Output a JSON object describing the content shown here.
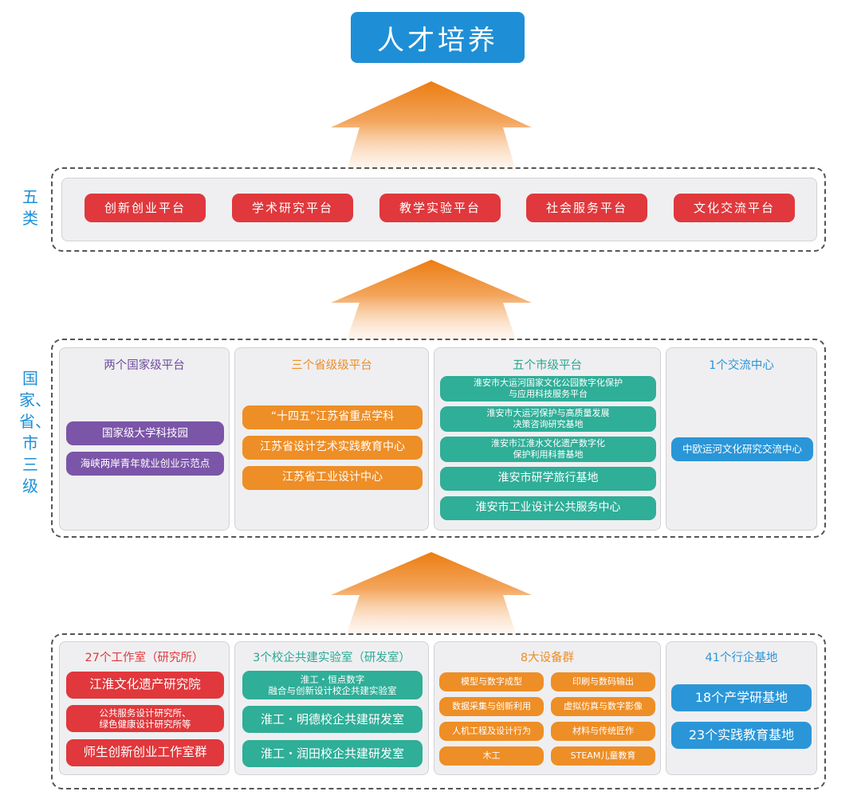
{
  "title": "人才培养",
  "colors": {
    "title_bg": "#1e8fd6",
    "red": "#e0383c",
    "purple": "#7b55a8",
    "orange": "#ee8e26",
    "teal": "#2fae98",
    "blue": "#2a96d8",
    "arrow_top": "#ec7d12"
  },
  "five": {
    "label": "五类",
    "items": [
      "创新创业平台",
      "学术研究平台",
      "教学实验平台",
      "社会服务平台",
      "文化交流平台"
    ]
  },
  "three_level": {
    "label": "国家、省、市三级",
    "national": {
      "title": "两个国家级平台",
      "items": [
        "国家级大学科技园",
        "海峡两岸青年就业创业示范点"
      ]
    },
    "provincial": {
      "title": "三个省级级平台",
      "items": [
        "“十四五”江苏省重点学科",
        "江苏省设计艺术实践教育中心",
        "江苏省工业设计中心"
      ]
    },
    "city": {
      "title": "五个市级平台",
      "items": [
        [
          "淮安市大运河国家文化公园数字化保护",
          "与应用科技服务平台"
        ],
        [
          "淮安市大运河保护与高质量发展",
          "决策咨询研究基地"
        ],
        [
          "淮安市江淮水文化遗产数字化",
          "保护利用科普基地"
        ],
        [
          "淮安市研学旅行基地"
        ],
        [
          "淮安市工业设计公共服务中心"
        ]
      ]
    },
    "exchange": {
      "title": "1个交流中心",
      "items": [
        "中欧运河文化研究交流中心"
      ]
    }
  },
  "base": {
    "studios": {
      "title": "27个工作室（研究所）",
      "items": [
        [
          "江淮文化遗产研究院"
        ],
        [
          "公共服务设计研究所、",
          "绿色健康设计研究所等"
        ],
        [
          "师生创新创业工作室群"
        ]
      ]
    },
    "labs": {
      "title": "3个校企共建实验室（研发室）",
      "items": [
        [
          "淮工・恒点数字",
          "融合与创新设计校企共建实验室"
        ],
        [
          "淮工・明德校企共建研发室"
        ],
        [
          "淮工・润田校企共建研发室"
        ]
      ]
    },
    "equipment": {
      "title": "8大设备群",
      "items": [
        "模型与数字成型",
        "印刷与数码输出",
        "数据采集与创新利用",
        "虚拟仿真与数字影像",
        "人机工程及设计行为",
        "材料与传统匠作",
        "木工",
        "STEAM儿童教育"
      ]
    },
    "bases": {
      "title": "41个行企基地",
      "items": [
        "18个产学研基地",
        "23个实践教育基地"
      ]
    }
  }
}
